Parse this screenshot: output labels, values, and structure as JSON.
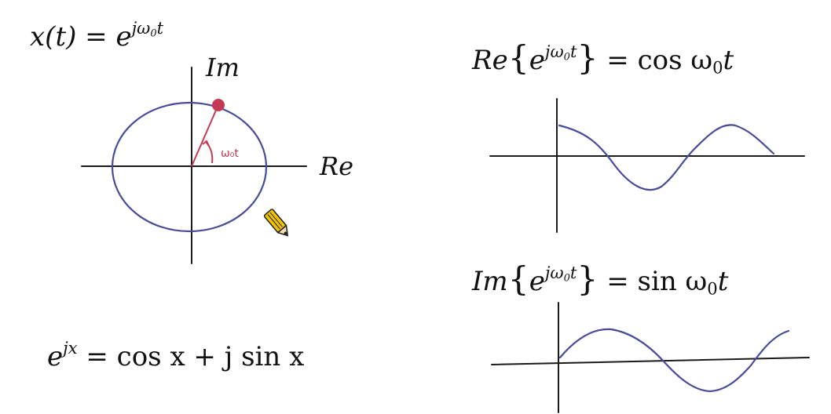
{
  "formula_xt": {
    "lhs": "x(t) = e",
    "exp_j": "jω",
    "exp_sub": "0",
    "exp_t": "t"
  },
  "circle_diagram": {
    "im_label": "Im",
    "re_label": "Re",
    "angle_label": "ω₀t",
    "colors": {
      "circle": "#4a4a9a",
      "phasor": "#c43a55",
      "axes": "#1a1a1a"
    }
  },
  "euler": {
    "e": "e",
    "exp": "jx",
    "rhs": "= cos x + j sin x"
  },
  "real_part": {
    "op": "Re",
    "open": "{",
    "e": "e",
    "exp_j": "jω",
    "exp_sub": "0",
    "exp_t": "t",
    "close": "}",
    "rhs_fn": "= cos ω",
    "rhs_sub": "0",
    "rhs_t": "t"
  },
  "imag_part": {
    "op": "Im",
    "open": "{",
    "e": "e",
    "exp_j": "jω",
    "exp_sub": "0",
    "exp_t": "t",
    "close": "}",
    "rhs_fn": "= sin ω",
    "rhs_sub": "0",
    "rhs_t": "t"
  },
  "cursor": {
    "icon": "pencil-icon",
    "colors": {
      "body": "#f2c400",
      "outline": "#222222"
    }
  }
}
